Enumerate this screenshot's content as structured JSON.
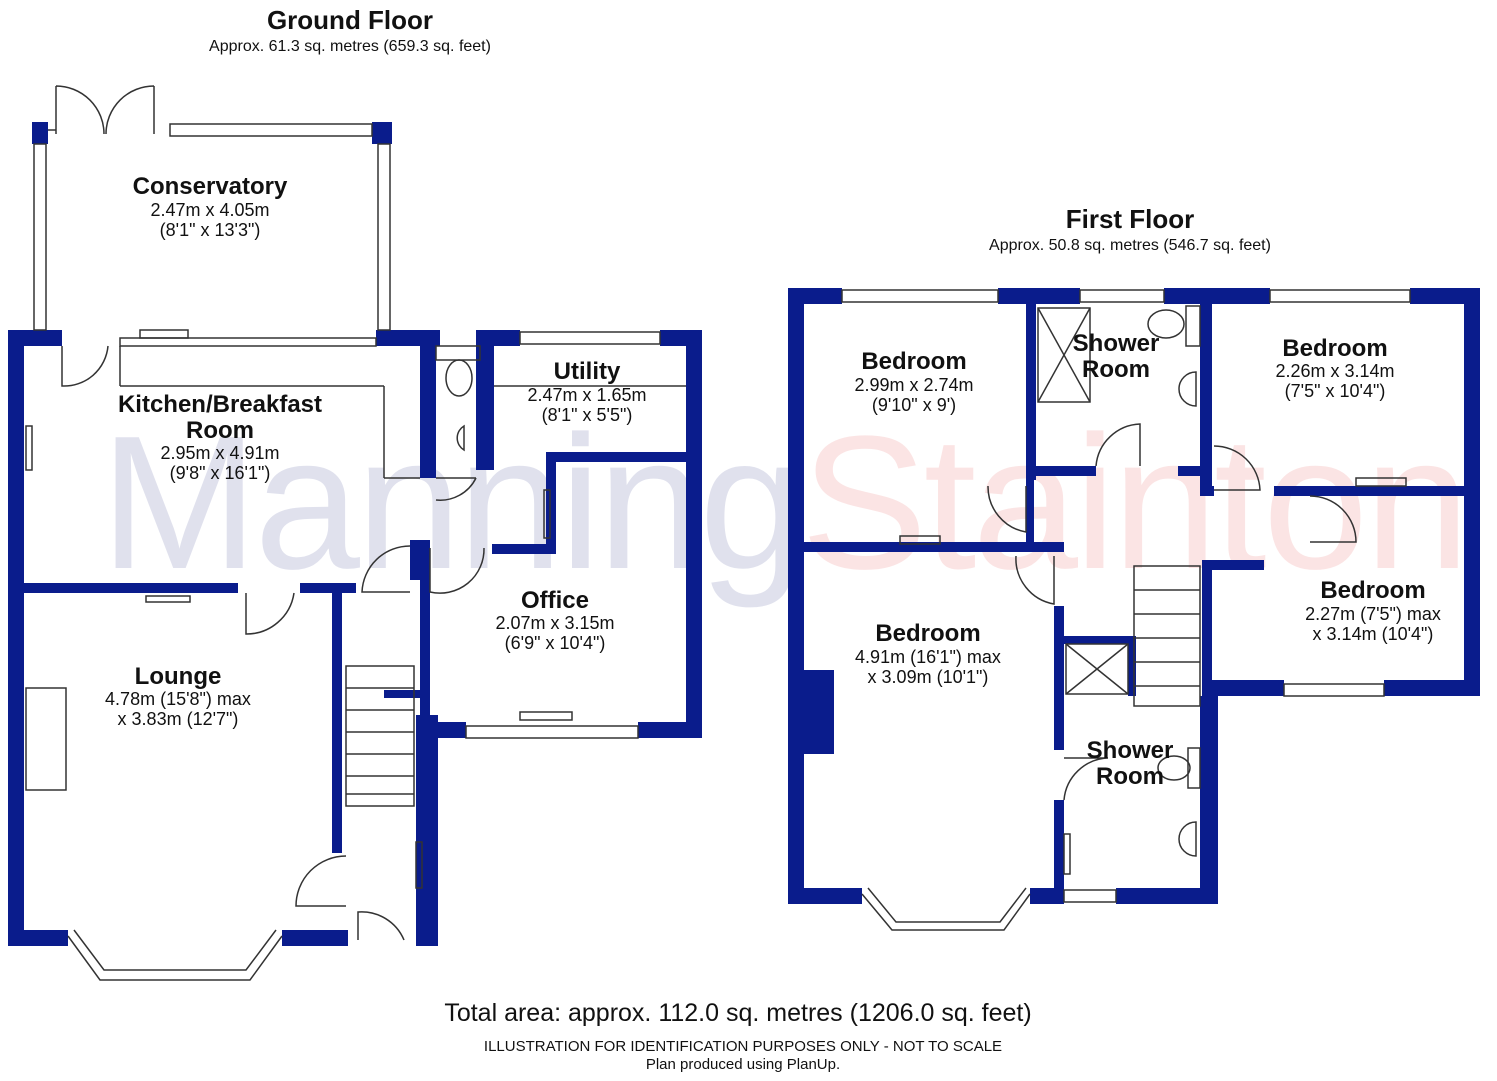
{
  "watermark": {
    "part1": "Manning",
    "part2": "Stainton",
    "color1": "#1a237e",
    "color2": "#e53935"
  },
  "colors": {
    "wall": "#0a1c8c",
    "line": "#333333"
  },
  "ground_floor": {
    "title": "Ground Floor",
    "area": "Approx. 61.3 sq. metres (659.3 sq. feet)",
    "rooms": [
      {
        "name": "Conservatory",
        "dims": [
          "2.47m x 4.05m",
          "(8'1\" x 13'3\")"
        ]
      },
      {
        "name": "Kitchen/Breakfast Room",
        "name_lines": [
          "Kitchen/Breakfast",
          "Room"
        ],
        "dims": [
          "2.95m x 4.91m",
          "(9'8\" x 16'1\")"
        ]
      },
      {
        "name": "Utility",
        "dims": [
          "2.47m x 1.65m",
          "(8'1\" x 5'5\")"
        ]
      },
      {
        "name": "Office",
        "dims": [
          "2.07m x 3.15m",
          "(6'9\" x 10'4\")"
        ]
      },
      {
        "name": "Lounge",
        "dims": [
          "4.78m (15'8\") max",
          "x 3.83m (12'7\")"
        ]
      }
    ]
  },
  "first_floor": {
    "title": "First Floor",
    "area": "Approx. 50.8 sq. metres (546.7 sq. feet)",
    "rooms": [
      {
        "name": "Bedroom",
        "dims": [
          "2.99m x 2.74m",
          "(9'10\" x 9')"
        ]
      },
      {
        "name": "Shower Room",
        "name_lines": [
          "Shower",
          "Room"
        ],
        "dims": []
      },
      {
        "name": "Bedroom",
        "dims": [
          "2.26m x 3.14m",
          "(7'5\" x 10'4\")"
        ]
      },
      {
        "name": "Bedroom",
        "dims": [
          "2.27m (7'5\") max",
          "x 3.14m (10'4\")"
        ]
      },
      {
        "name": "Bedroom",
        "dims": [
          "4.91m (16'1\") max",
          "x 3.09m (10'1\")"
        ]
      },
      {
        "name": "Shower Room",
        "name_lines": [
          "Shower",
          "Room"
        ],
        "dims": []
      }
    ]
  },
  "footer": {
    "total": "Total area: approx. 112.0 sq. metres (1206.0 sq. feet)",
    "disclaimer": "ILLUSTRATION FOR IDENTIFICATION PURPOSES ONLY - NOT TO SCALE",
    "credit": "Plan produced using PlanUp."
  }
}
